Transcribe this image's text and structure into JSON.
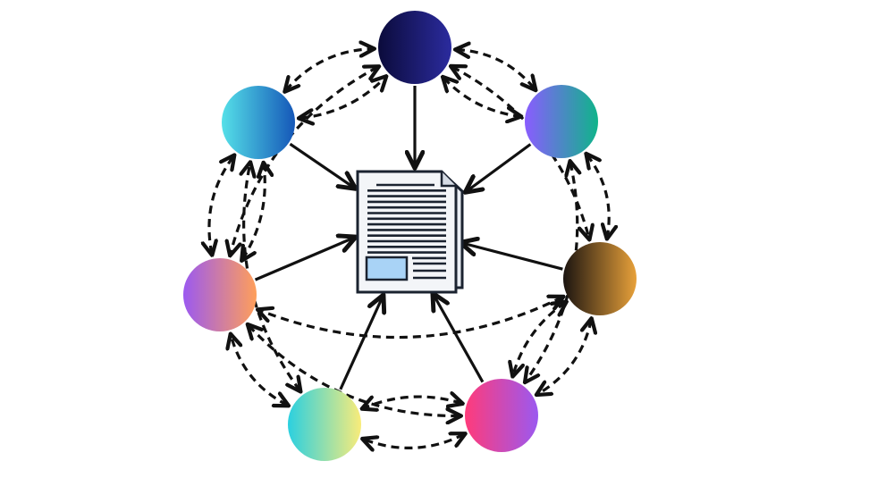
{
  "diagram": {
    "type": "network",
    "description_text": "",
    "colors": {
      "background": "#ffffff",
      "stroke": "#111111",
      "doc_fill": "#e9edf3",
      "doc_line": "#1b2330",
      "doc_image": "#a9d3f6"
    },
    "center_document": {
      "icon": "document-icon",
      "text_lines": 14,
      "has_image_block": true
    },
    "nodes": [
      {
        "id": "n1",
        "gradient": [
          "#0b0b3b",
          "#2b2b9e"
        ]
      },
      {
        "id": "n2",
        "gradient": [
          "#8a5cff",
          "#0fb48a"
        ]
      },
      {
        "id": "n3",
        "gradient": [
          "#1b1410",
          "#e8a13a"
        ]
      },
      {
        "id": "n4",
        "gradient": [
          "#ff3b7a",
          "#9b59f0"
        ]
      },
      {
        "id": "n5",
        "gradient": [
          "#2bd0e0",
          "#f9ec7a"
        ]
      },
      {
        "id": "n6",
        "gradient": [
          "#9b59f0",
          "#ff9f5a"
        ]
      },
      {
        "id": "n7",
        "gradient": [
          "#55e0e8",
          "#1557b8"
        ]
      }
    ],
    "solid_edges_to_document": [
      "n1",
      "n2",
      "n3",
      "n4",
      "n5",
      "n6",
      "n7"
    ],
    "dashed_edges": [
      [
        "n7",
        "n1"
      ],
      [
        "n7",
        "n1"
      ],
      [
        "n1",
        "n2"
      ],
      [
        "n1",
        "n2"
      ],
      [
        "n1",
        "n3"
      ],
      [
        "n2",
        "n3"
      ],
      [
        "n2",
        "n4"
      ],
      [
        "n3",
        "n4"
      ],
      [
        "n3",
        "n4"
      ],
      [
        "n3",
        "n6"
      ],
      [
        "n4",
        "n5"
      ],
      [
        "n4",
        "n5"
      ],
      [
        "n5",
        "n6"
      ],
      [
        "n5",
        "n7"
      ],
      [
        "n6",
        "n7"
      ],
      [
        "n6",
        "n7"
      ],
      [
        "n6",
        "n4"
      ],
      [
        "n1",
        "n6"
      ]
    ]
  }
}
